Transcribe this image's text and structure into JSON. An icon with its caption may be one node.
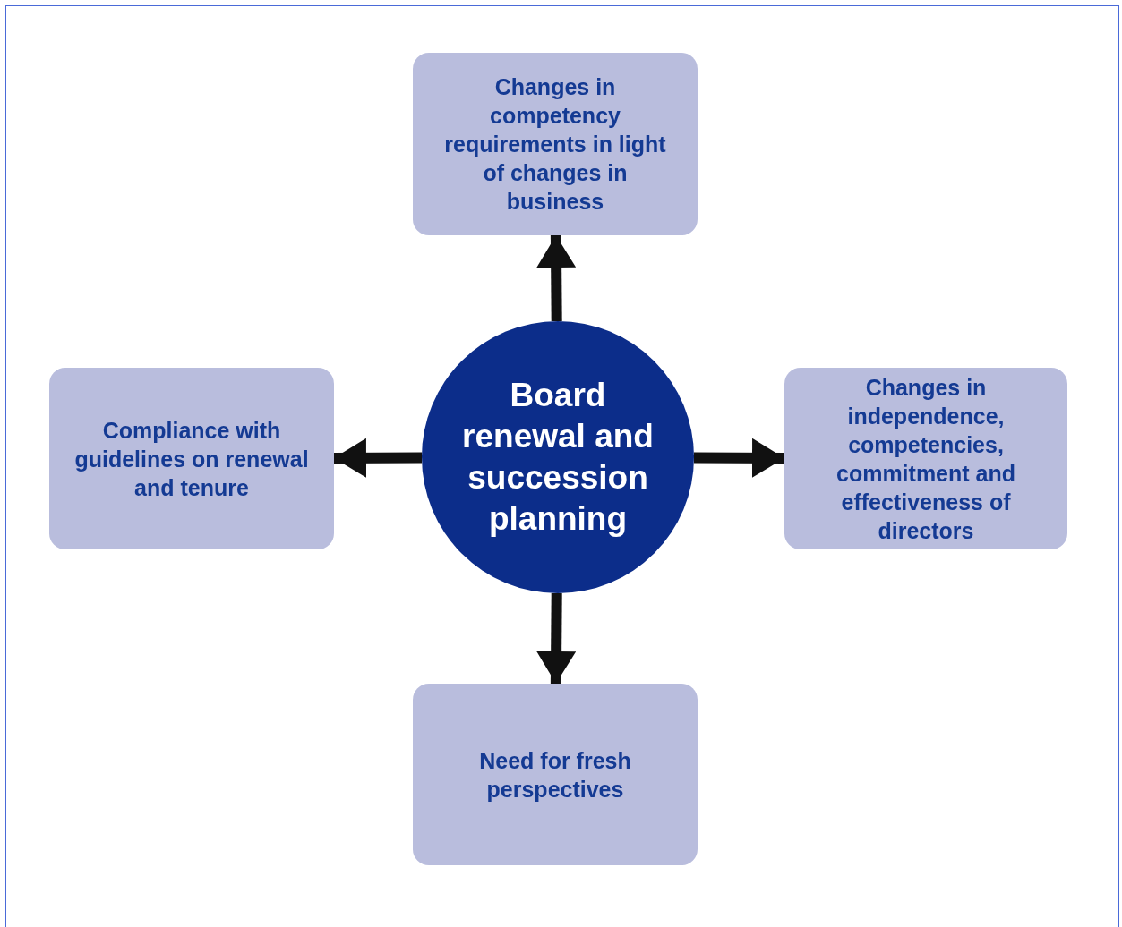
{
  "diagram": {
    "nodes": [
      {
        "text": [
          "Board renewal and succession planning"
        ]
      },
      {
        "text": [
          "Changes in competency requirements in light of changes in business"
        ]
      },
      {
        "text": [
          "Compliance with guidelines on renewal and tenure"
        ]
      },
      {
        "text": [
          "Changes in independence, competencies, commitment and effectiveness of directors"
        ]
      },
      {
        "text": [
          "Need for fresh perspectives"
        ]
      }
    ],
    "edges": [
      {
        "from": 0,
        "to": 1,
        "arrow": "to"
      },
      {
        "from": 0,
        "to": 2,
        "arrow": "to"
      },
      {
        "from": 0,
        "to": 3,
        "arrow": "to"
      },
      {
        "from": 0,
        "to": 4,
        "arrow": "to"
      }
    ]
  }
}
